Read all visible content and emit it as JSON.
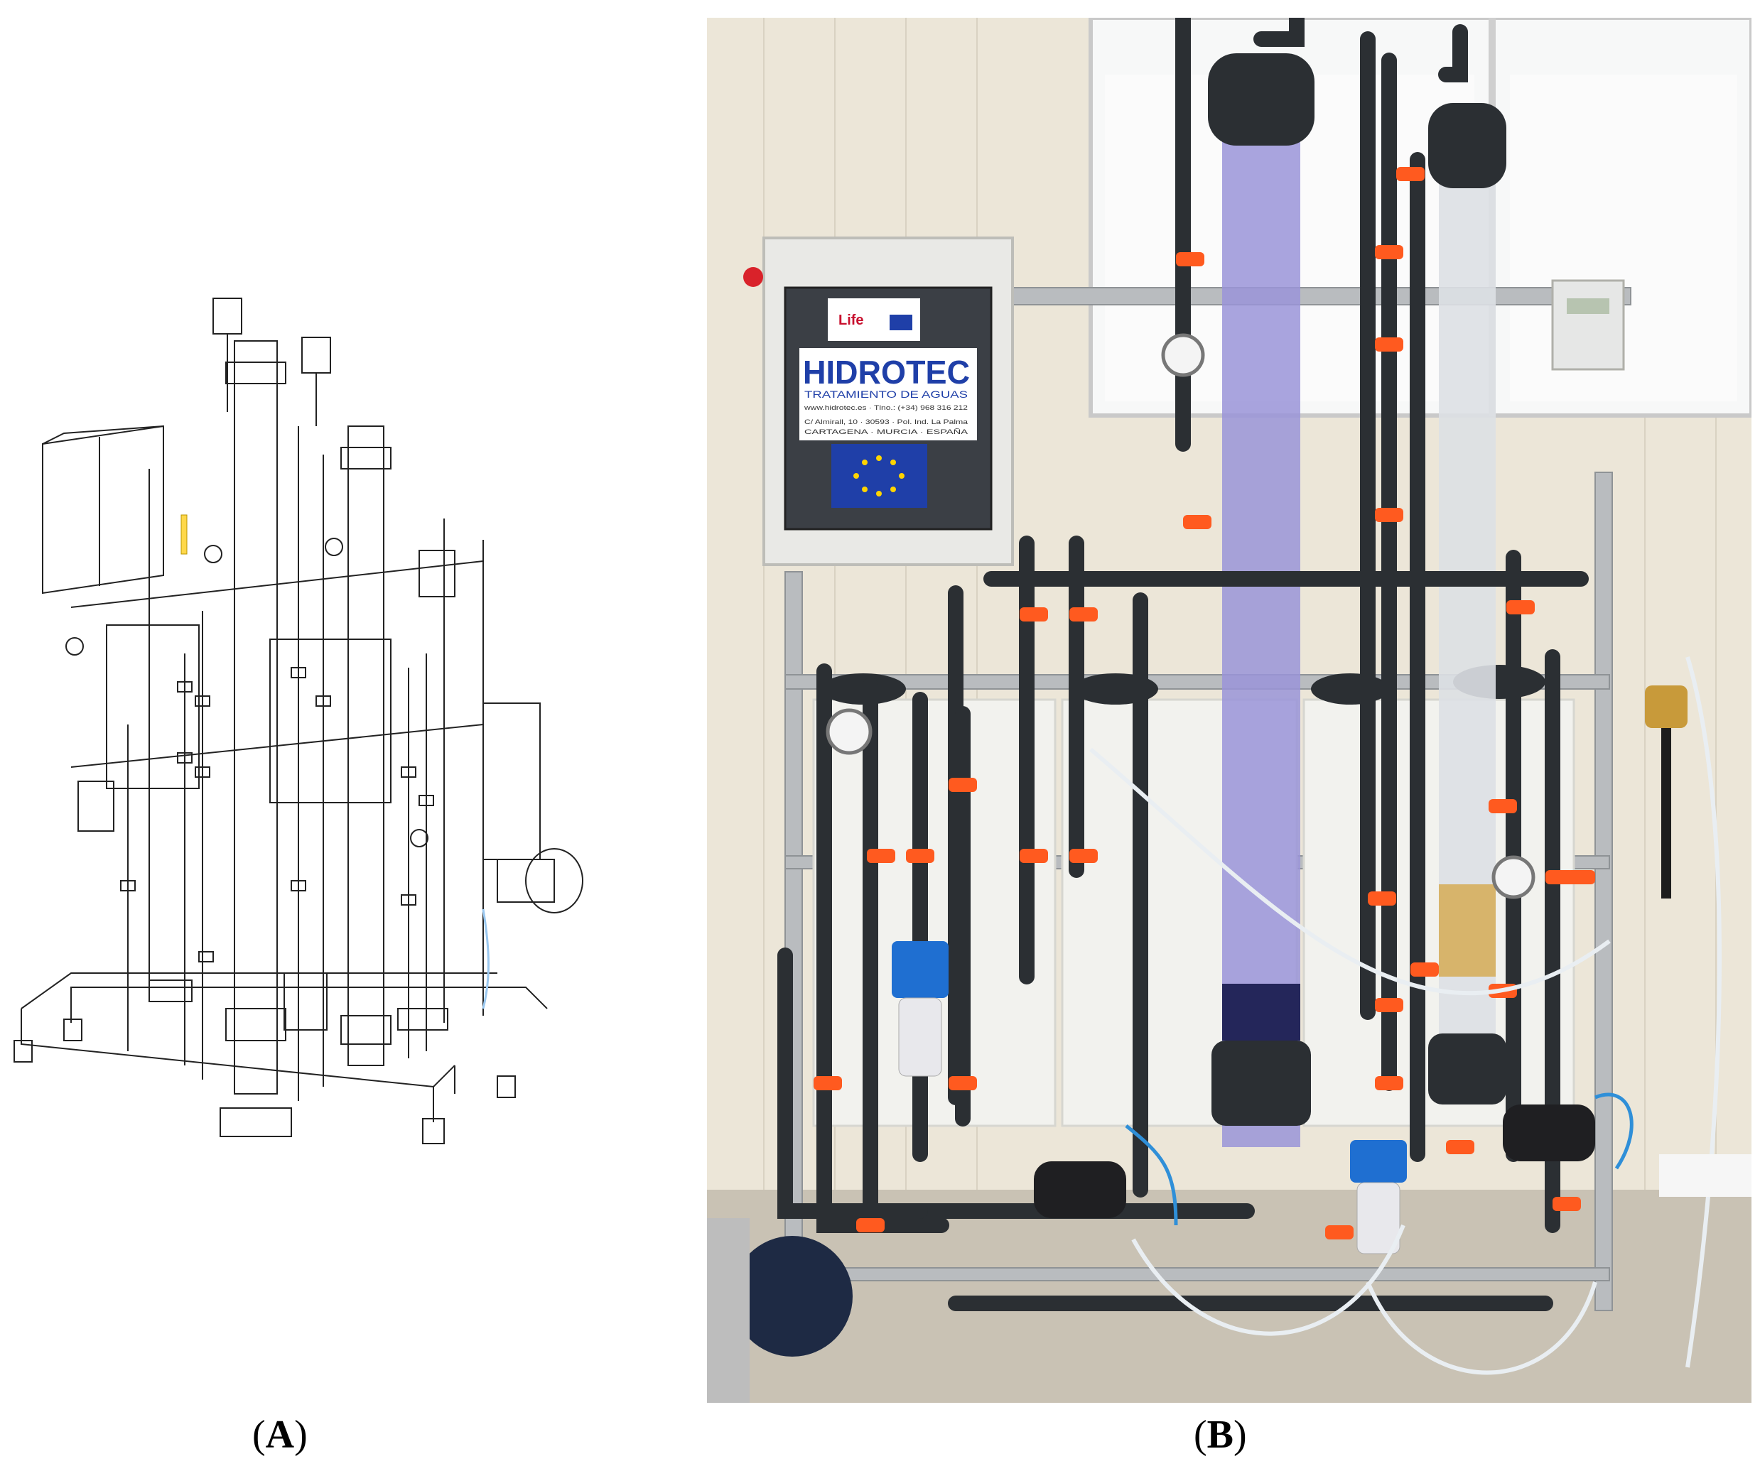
{
  "captions": {
    "a": {
      "open": "(",
      "letter": "A",
      "close": ")"
    },
    "b": {
      "open": "(",
      "letter": "B",
      "close": ")"
    }
  },
  "panel_b": {
    "panel_sign": {
      "top_logo_text": "Life",
      "brand": "HIDROTEC",
      "tagline": "TRATAMIENTO DE AGUAS",
      "contact": "www.hidrotec.es · Tlno.: (+34) 968 316 212",
      "address_1": "C/ Almirall, 10 · 30593 · Pol. Ind. La Palma",
      "address_2": "CARTAGENA · MURCIA · ESPAÑA"
    }
  },
  "colors": {
    "pipe": "#2b2f33",
    "valve": "#ff5a1f",
    "frame": "#b9bcbf",
    "tank": "#f2f2ee",
    "column_purple": "#9a94d8",
    "filter_blue": "#1f6fd1",
    "eu_blue": "#1f3fa8",
    "eu_star": "#ffd400",
    "wall": "#ece6d8"
  }
}
